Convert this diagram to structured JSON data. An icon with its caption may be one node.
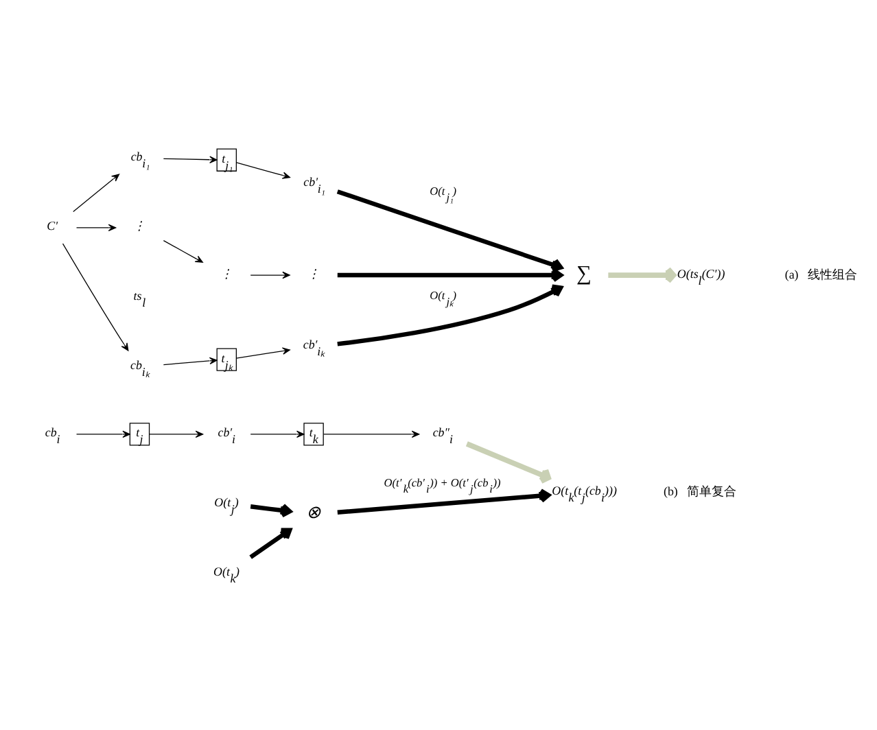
{
  "diagram": {
    "nodes": [
      {
        "text": [
          "C′"
        ]
      },
      {
        "text": [
          "cb$_{i₁}$"
        ]
      },
      {
        "text": [
          "t$_{j₁}$"
        ]
      },
      {
        "text": [
          "cb′$_{i₁}$"
        ]
      },
      {
        "text": [
          "⋮"
        ]
      },
      {
        "text": [
          "⋮"
        ]
      },
      {
        "text": [
          "⋮"
        ]
      },
      {
        "text": [
          "cb$_{iₖ}$"
        ]
      },
      {
        "text": [
          "t$_{jₖ}$"
        ]
      },
      {
        "text": [
          "cb′$_{iₖ}$"
        ]
      },
      {
        "text": [
          "∑"
        ]
      },
      {
        "text": [
          "O(ts$_{l}$(C′))"
        ]
      },
      {
        "text": [
          "cb$_{i}$"
        ]
      },
      {
        "text": [
          "t$_{j}$"
        ]
      },
      {
        "text": [
          "cb′$_{i}$"
        ]
      },
      {
        "text": [
          "t$_{k}$"
        ]
      },
      {
        "text": [
          "cb″$_{i}$"
        ]
      },
      {
        "text": [
          "O(t$_{k}$(t$_{j}$(cb$_{i}$)))"
        ]
      },
      {
        "text": [
          "O(t$_{j}$)"
        ]
      },
      {
        "text": [
          "O(t$_{k}$)"
        ]
      },
      {
        "text": [
          "⊗"
        ]
      }
    ],
    "edges": [
      {
        "from": 0,
        "to": 1,
        "arrow": "to"
      },
      {
        "from": 1,
        "to": 2,
        "arrow": "to"
      },
      {
        "from": 2,
        "to": 3,
        "arrow": "to"
      },
      {
        "from": 3,
        "to": 10,
        "arrow": "to",
        "label": "O(t$_{j₁}$)",
        "style": "thick"
      },
      {
        "from": 0,
        "to": 4,
        "arrow": "to"
      },
      {
        "from": 4,
        "to": 5,
        "arrow": "to"
      },
      {
        "from": 5,
        "to": 6,
        "arrow": "to"
      },
      {
        "from": 6,
        "to": 10,
        "arrow": "to",
        "style": "thick"
      },
      {
        "from": 0,
        "to": 7,
        "arrow": "to"
      },
      {
        "from": 7,
        "to": 8,
        "arrow": "to"
      },
      {
        "from": 8,
        "to": 9,
        "arrow": "to"
      },
      {
        "from": 9,
        "to": 10,
        "arrow": "to",
        "label": "O(t$_{jₖ}$)",
        "style": "thick"
      },
      {
        "from": 10,
        "to": 11,
        "arrow": "to",
        "style": "thick",
        "color": "#c9d0b4"
      },
      {
        "from": 12,
        "to": 13,
        "arrow": "to"
      },
      {
        "from": 13,
        "to": 14,
        "arrow": "to"
      },
      {
        "from": 14,
        "to": 15,
        "arrow": "to"
      },
      {
        "from": 15,
        "to": 16,
        "arrow": "to"
      },
      {
        "from": 16,
        "to": 17,
        "arrow": "to",
        "style": "thick",
        "color": "#c9d0b4"
      },
      {
        "from": 18,
        "to": 20,
        "arrow": "to",
        "style": "thick"
      },
      {
        "from": 19,
        "to": 20,
        "arrow": "to",
        "style": "thick"
      },
      {
        "from": 20,
        "to": 17,
        "arrow": "to",
        "label": "O(t′$_{k}$(cb′$_{i}$)) + O(t′$_{j}$(cb$_{i}$))",
        "style": "thick"
      }
    ],
    "labels": [
      "ts$_{l}$",
      "(a)   线性组合",
      "(b)   简单复合"
    ]
  }
}
